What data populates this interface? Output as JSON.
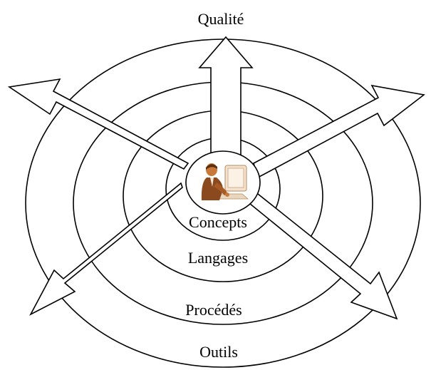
{
  "diagram": {
    "top_label": "Qualité",
    "rings": [
      {
        "label": "Concepts"
      },
      {
        "label": "Langages"
      },
      {
        "label": "Procédés"
      },
      {
        "label": "Outils"
      }
    ],
    "center_icon": "person-at-computer-icon"
  },
  "colors": {
    "stroke": "#000000",
    "fill": "#ffffff",
    "icon_skin": "#c8793a",
    "icon_suit": "#8a4a1e",
    "icon_screen": "#f2e2cf"
  }
}
